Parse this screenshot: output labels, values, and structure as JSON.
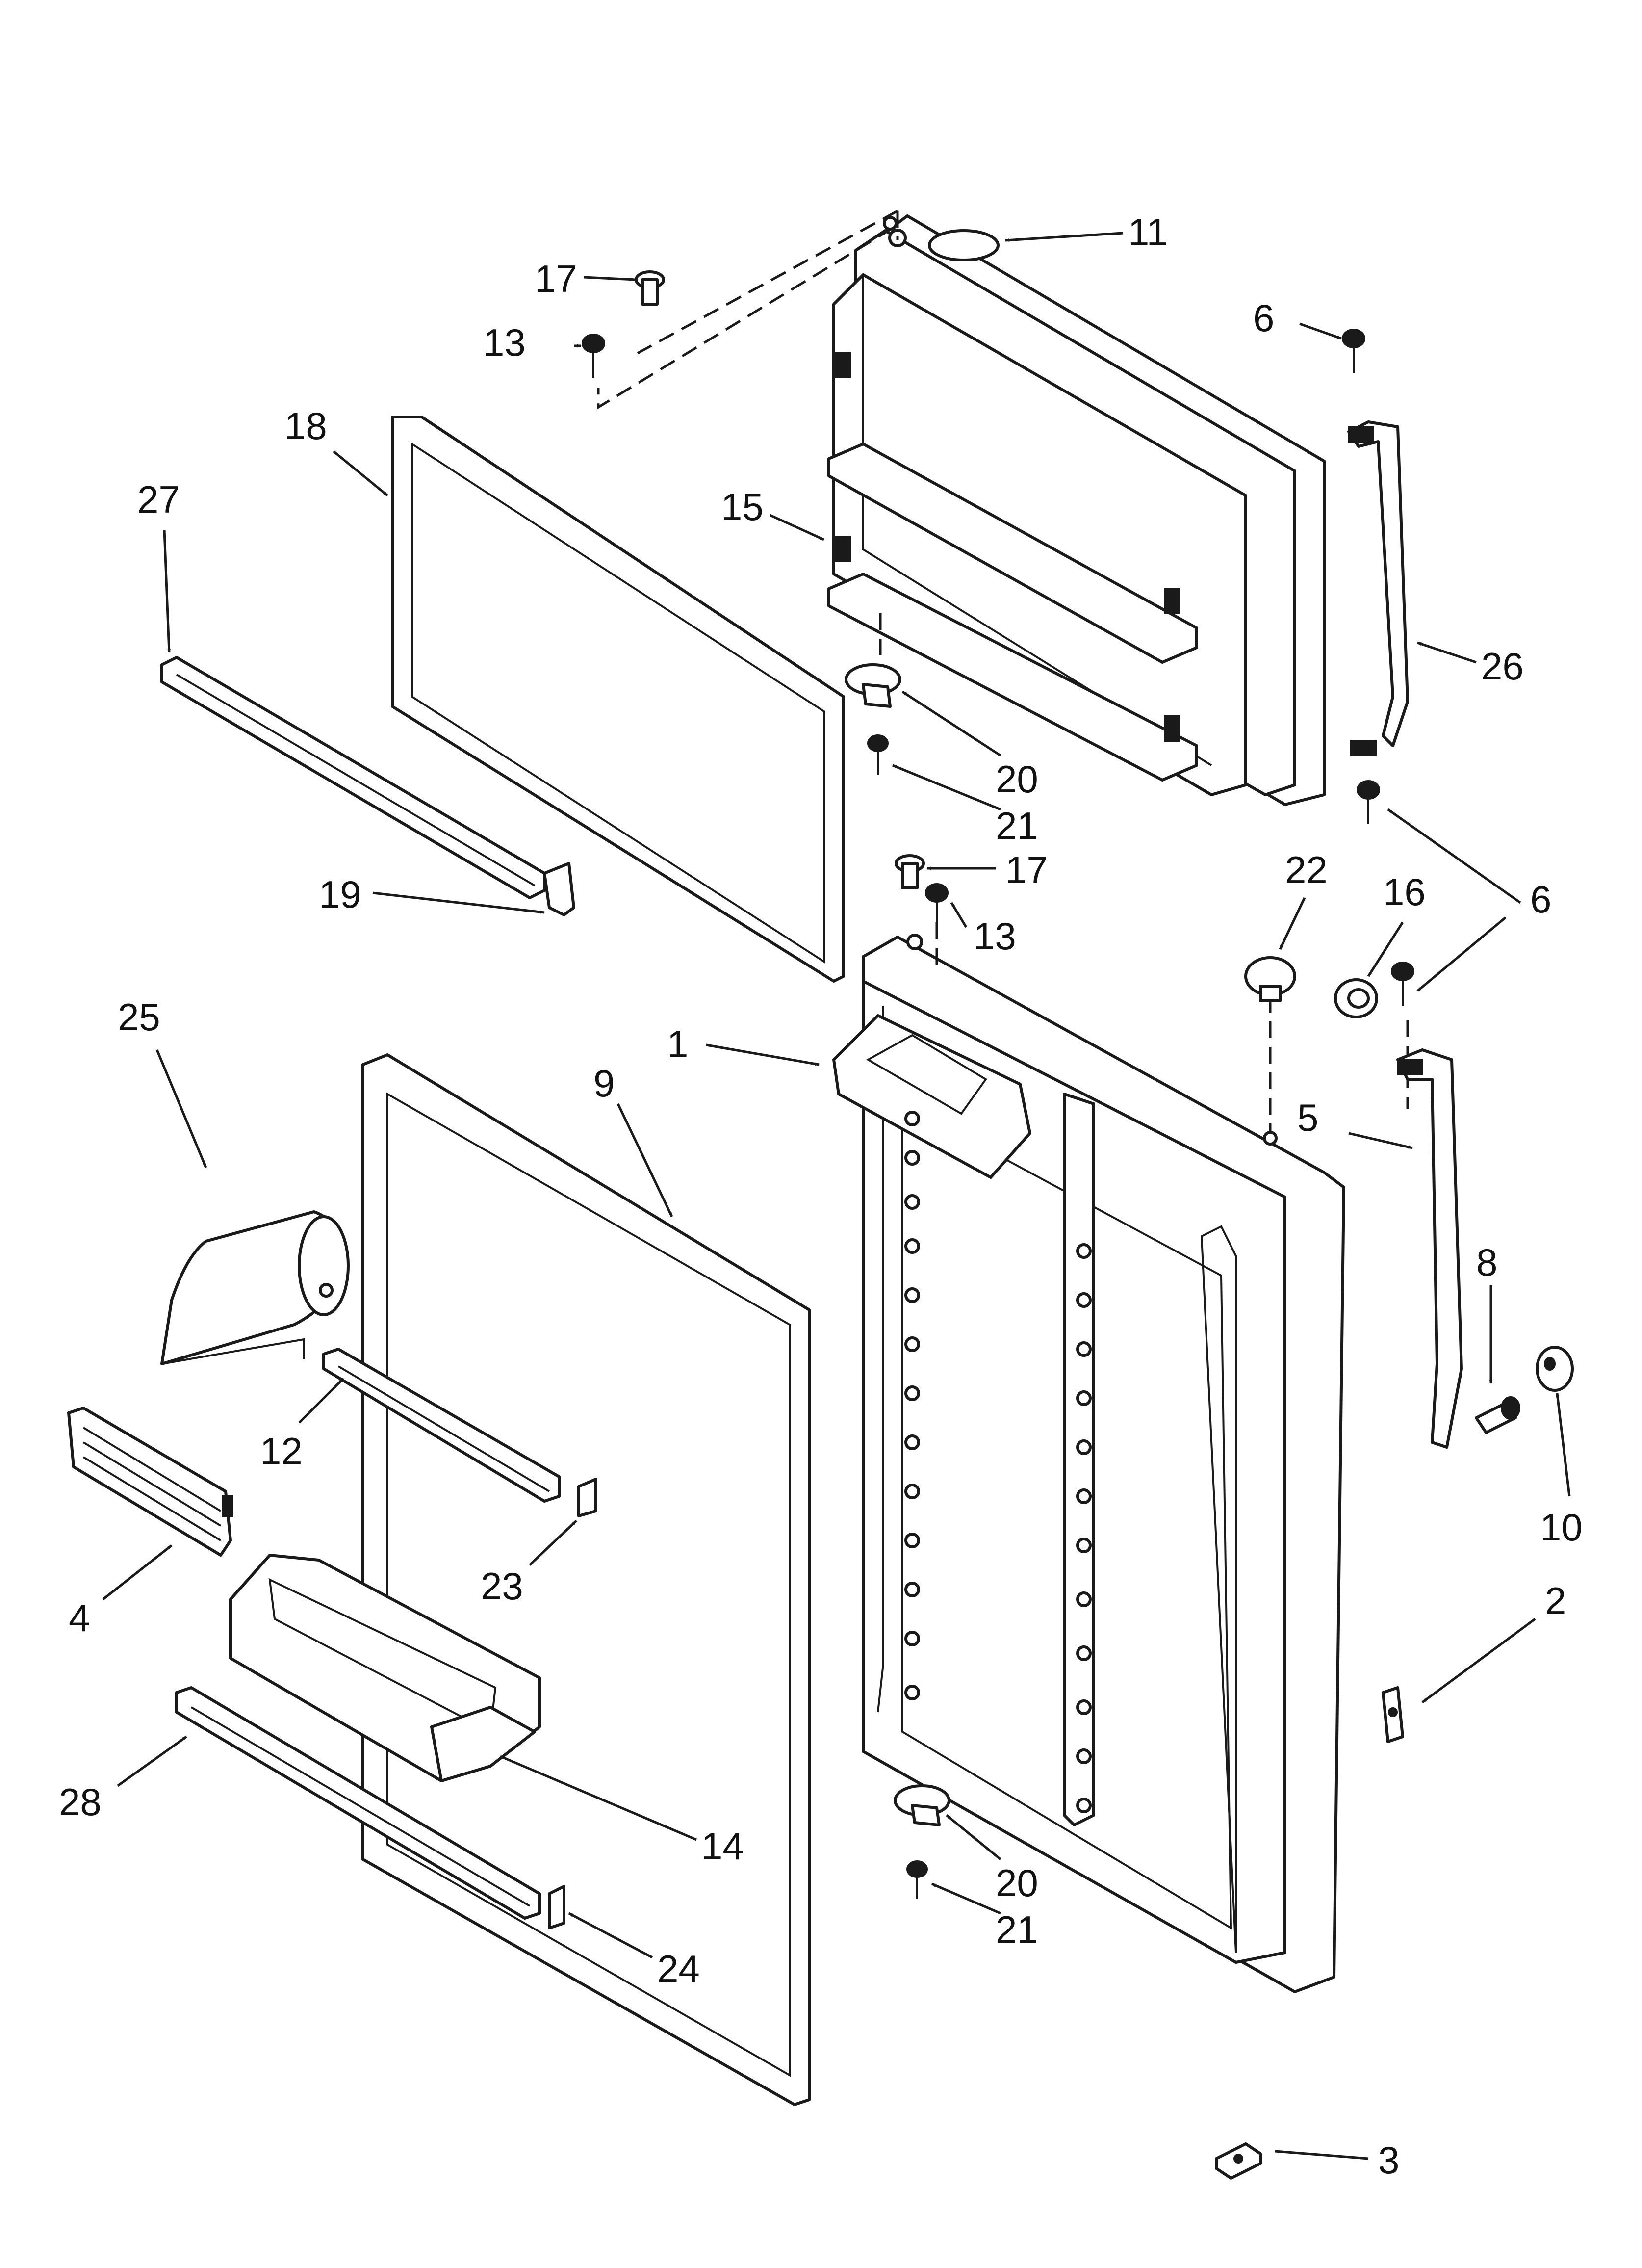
{
  "callouts": {
    "c1": "1",
    "c2": "2",
    "c3": "3",
    "c4": "4",
    "c5": "5",
    "c6a": "6",
    "c6b": "6",
    "c8": "8",
    "c9": "9",
    "c10": "10",
    "c11": "11",
    "c12": "12",
    "c13a": "13",
    "c13b": "13",
    "c14": "14",
    "c15": "15",
    "c16": "16",
    "c17a": "17",
    "c17b": "17",
    "c18": "18",
    "c19": "19",
    "c20a": "20",
    "c20b": "20",
    "c21a": "21",
    "c21b": "21",
    "c22": "22",
    "c23": "23",
    "c24": "24",
    "c25": "25",
    "c26": "26",
    "c27": "27",
    "c28": "28"
  }
}
